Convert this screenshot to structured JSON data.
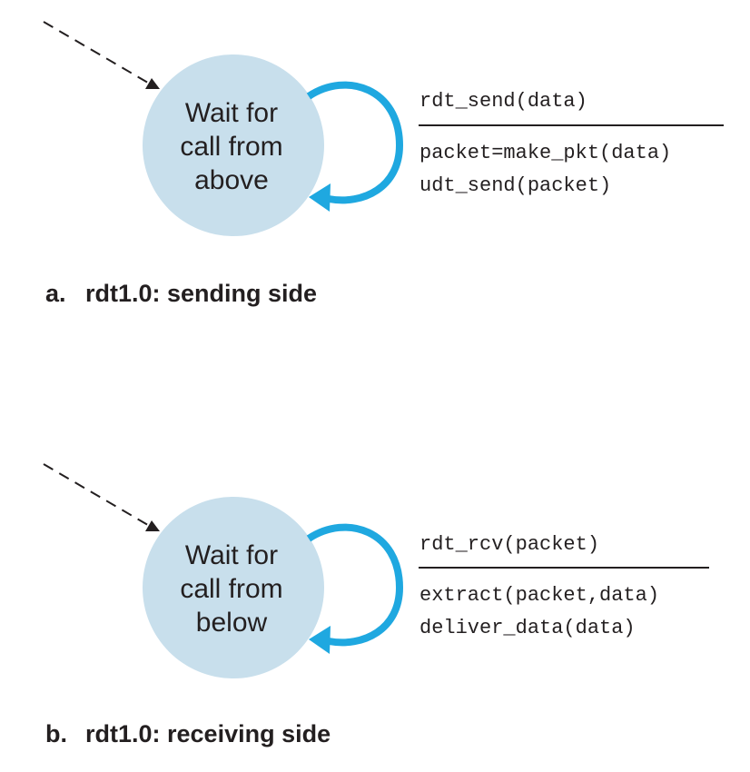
{
  "colors": {
    "state_fill": "#c8dfec",
    "self_loop": "#1fa8e0",
    "ink": "#231f20"
  },
  "panel_a": {
    "state_lines": [
      "Wait for",
      "call from",
      "above"
    ],
    "event": "rdt_send(data)",
    "actions": [
      "packet=make_pkt(data)",
      "udt_send(packet)"
    ],
    "caption_letter": "a.",
    "caption_text": "rdt1.0: sending side"
  },
  "panel_b": {
    "state_lines": [
      "Wait for",
      "call from",
      "below"
    ],
    "event": "rdt_rcv(packet)",
    "actions": [
      "extract(packet,data)",
      "deliver_data(data)"
    ],
    "caption_letter": "b.",
    "caption_text": "rdt1.0: receiving side"
  }
}
